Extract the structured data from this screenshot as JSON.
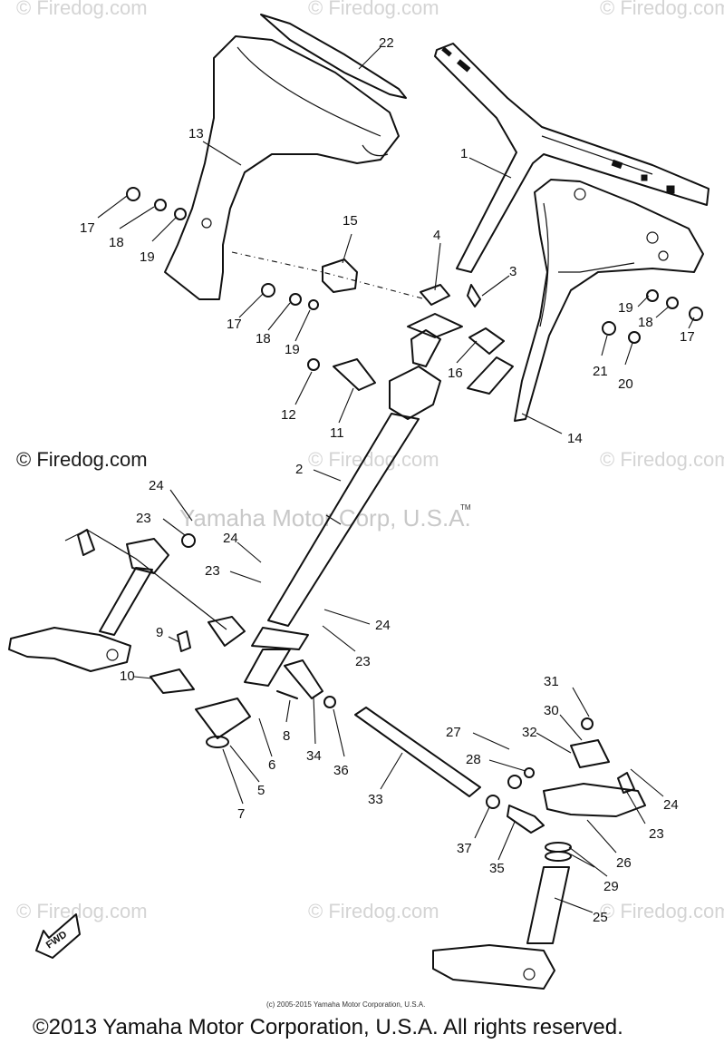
{
  "watermarks": {
    "firedog": "© Firedog.com",
    "corp": "Yamaha Motor Corp, U.S.A.",
    "tm": "TM"
  },
  "callouts": {
    "c1": "1",
    "c2": "2",
    "c3": "3",
    "c4": "4",
    "c5": "5",
    "c6": "6",
    "c7": "7",
    "c8": "8",
    "c9": "9",
    "c10": "10",
    "c11": "11",
    "c12": "12",
    "c13": "13",
    "c14": "14",
    "c15": "15",
    "c16": "16",
    "c17": "17",
    "c18": "18",
    "c19": "19",
    "c20": "20",
    "c21": "21",
    "c22": "22",
    "c23": "23",
    "c24": "24",
    "c25": "25",
    "c26": "26",
    "c27": "27",
    "c28": "28",
    "c29": "29",
    "c30": "30",
    "c31": "31",
    "c32": "32",
    "c33": "33",
    "c34": "34",
    "c35": "35",
    "c36": "36",
    "c37": "37"
  },
  "fwd_label": "FWD",
  "fine_print": "(c) 2005-2015 Yamaha Motor Corporation, U.S.A.",
  "copyright": "©2013 Yamaha Motor Corporation, U.S.A. All rights reserved."
}
